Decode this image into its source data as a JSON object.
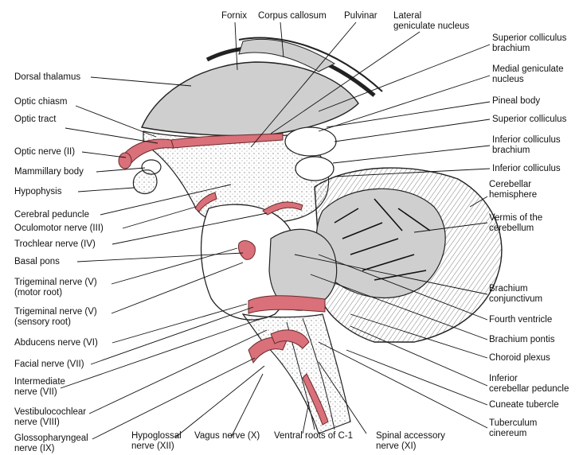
{
  "colors": {
    "nerve": "#d9707a",
    "shade": "#cfcfcf",
    "line": "#111111"
  },
  "labels": {
    "fornix": "Fornix",
    "corpus_callosum": "Corpus callosum",
    "pulvinar": "Pulvinar",
    "lateral_geniculate": [
      "Lateral",
      "geniculate nucleus"
    ],
    "dorsal_thalamus": "Dorsal thalamus",
    "optic_chiasm": "Optic chiasm",
    "optic_tract": "Optic tract",
    "optic_nerve": "Optic nerve (II)",
    "mammillary_body": "Mammillary body",
    "hypophysis": "Hypophysis",
    "cerebral_peduncle": "Cerebral peduncle",
    "oculomotor": "Oculomotor nerve (III)",
    "trochlear": "Trochlear nerve (IV)",
    "basal_pons": "Basal pons",
    "trigeminal_motor": [
      "Trigeminal nerve (V)",
      "(motor root)"
    ],
    "trigeminal_sensory": [
      "Trigeminal nerve (V)",
      "(sensory root)"
    ],
    "abducens": "Abducens nerve (VI)",
    "facial": "Facial nerve (VII)",
    "intermediate": [
      "Intermediate",
      "nerve (VII)"
    ],
    "vestibulocochlear": [
      "Vestibulocochlear",
      "nerve (VIII)"
    ],
    "glossopharyngeal": [
      "Glossopharyngeal",
      "nerve (IX)"
    ],
    "hypoglossal": [
      "Hypoglossal",
      "nerve (XII)"
    ],
    "vagus": "Vagus nerve (X)",
    "ventral_roots": "Ventral roots of C-1",
    "spinal_accessory": [
      "Spinal accessory",
      "nerve (XI)"
    ],
    "superior_colliculus_brachium": [
      "Superior colliculus",
      "brachium"
    ],
    "medial_geniculate": [
      "Medial geniculate",
      "nucleus"
    ],
    "pineal_body": "Pineal body",
    "superior_colliculus": "Superior colliculus",
    "inferior_colliculus_brachium": [
      "Inferior colliculus",
      "brachium"
    ],
    "inferior_colliculus": "Inferior colliculus",
    "cerebellar_hemisphere": [
      "Cerebellar",
      "hemisphere"
    ],
    "vermis": [
      "Vermis of the",
      "cerebellum"
    ],
    "brachium_conjunctivum": [
      "Brachium",
      "conjunctivum"
    ],
    "fourth_ventricle": "Fourth ventricle",
    "brachium_pontis": "Brachium pontis",
    "choroid_plexus": "Choroid plexus",
    "inferior_cerebellar_peduncle": [
      "Inferior",
      "cerebellar peduncle"
    ],
    "cuneate_tubercle": "Cuneate tubercle",
    "tuberculum_cinereum": [
      "Tuberculum",
      "cinereum"
    ]
  }
}
